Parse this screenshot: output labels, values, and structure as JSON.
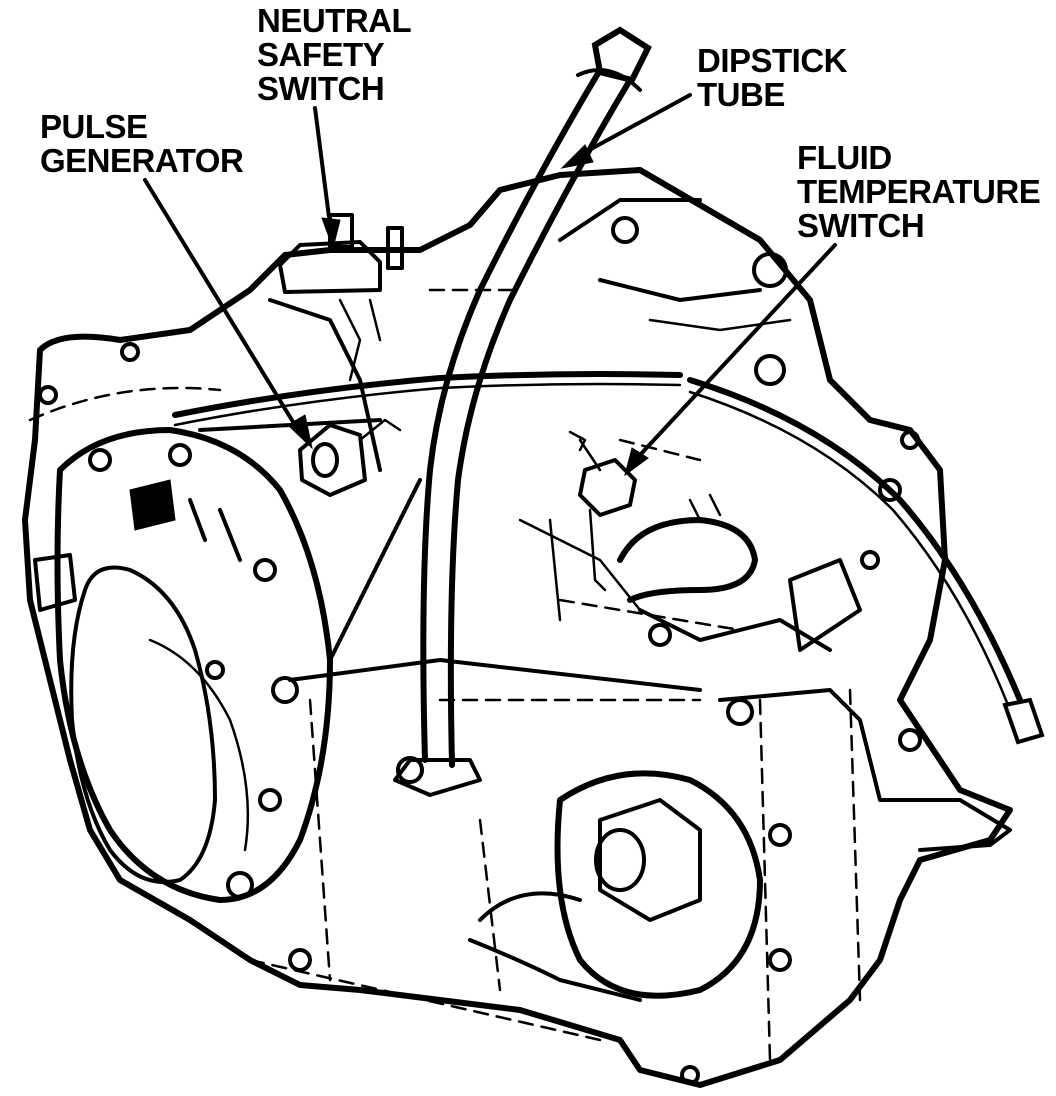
{
  "labels": {
    "neutral_safety_switch": [
      "NEUTRAL",
      "SAFETY",
      "SWITCH"
    ],
    "pulse_generator": [
      "PULSE",
      "GENERATOR"
    ],
    "dipstick_tube": [
      "DIPSTICK",
      "TUBE"
    ],
    "fluid_temperature_switch": [
      "FLUID",
      "TEMPERATURE",
      "SWITCH"
    ]
  },
  "colors": {
    "ink": "#000000",
    "paper": "#ffffff"
  }
}
